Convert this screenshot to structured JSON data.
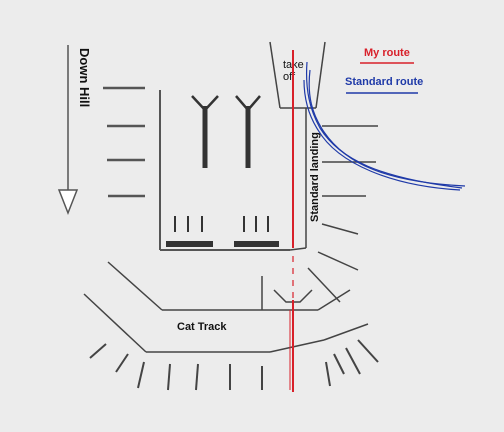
{
  "labels": {
    "down_hill": "Down Hill",
    "take_off_line1": "take",
    "take_off_line2": "off",
    "standard_landing": "Standard landing",
    "cat_track": "Cat Track"
  },
  "legend": {
    "my_route": "My route",
    "standard_route": "Standard route"
  },
  "colors": {
    "background": "#ececec",
    "line": "#4a4a4a",
    "my_route": "#d8202a",
    "standard_route": "#1f3aa8",
    "arrow": "#555555"
  }
}
